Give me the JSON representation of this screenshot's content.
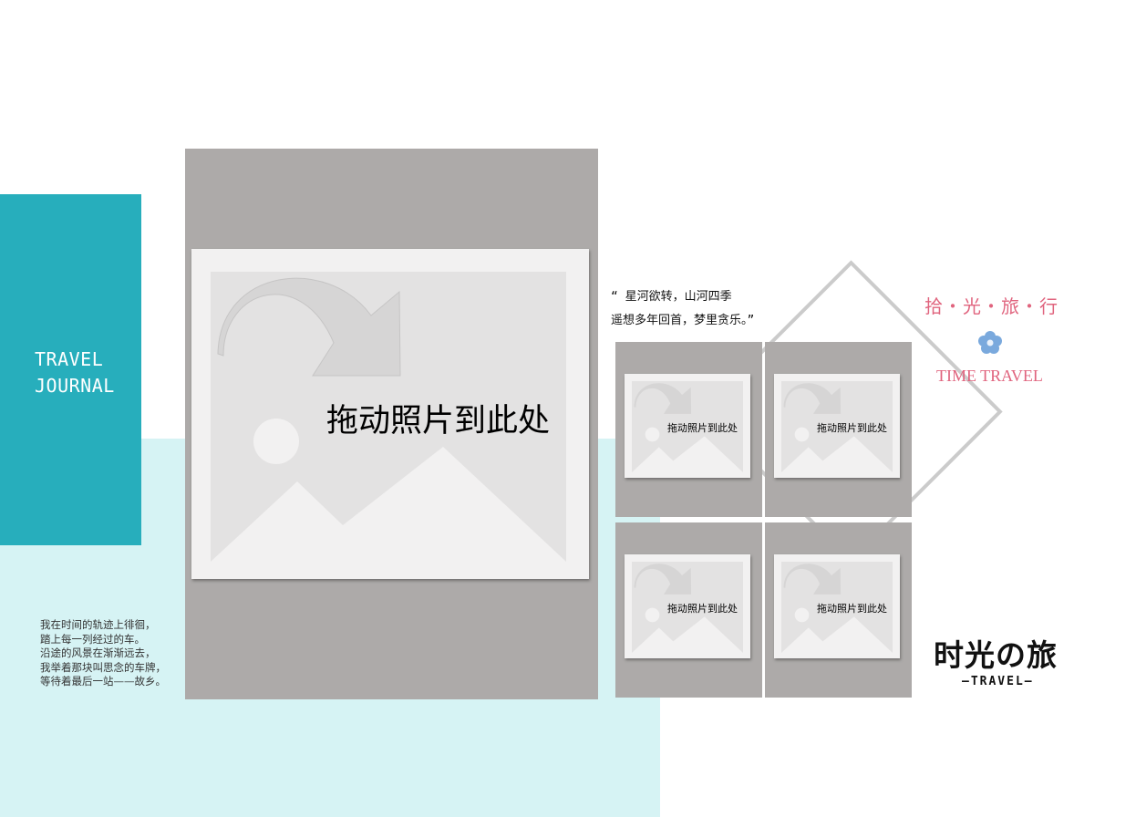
{
  "cover": {
    "journal_line1": "TRAVEL",
    "journal_line2": "JOURNAL"
  },
  "poem": {
    "lines": [
      "我在时间的轨迹上徘徊，",
      "踏上每一列经过的车。",
      "沿途的风景在渐渐远去，",
      "我举着那块叫思念的车牌，",
      "等待着最后一站——故乡。"
    ]
  },
  "photo_placeholder": {
    "label": "拖动照片到此处",
    "icon": "image-placeholder-icon"
  },
  "quote": {
    "line1": "“ 星河欲转，山河四季",
    "line2": "遥想多年回首，梦里贪乐。”"
  },
  "brand": {
    "cn": "拾・光・旅・行",
    "en": "TIME TRAVEL",
    "flower_icon": "flower-icon"
  },
  "logo": {
    "main": "时光の旅",
    "sub": "—TRAVEL—"
  },
  "colors": {
    "teal": "#27aebc",
    "light_teal": "#d6f3f4",
    "slot_gray": "#adaaa9",
    "accent_pink": "#e0647e",
    "flower_blue": "#7aa9dd"
  }
}
